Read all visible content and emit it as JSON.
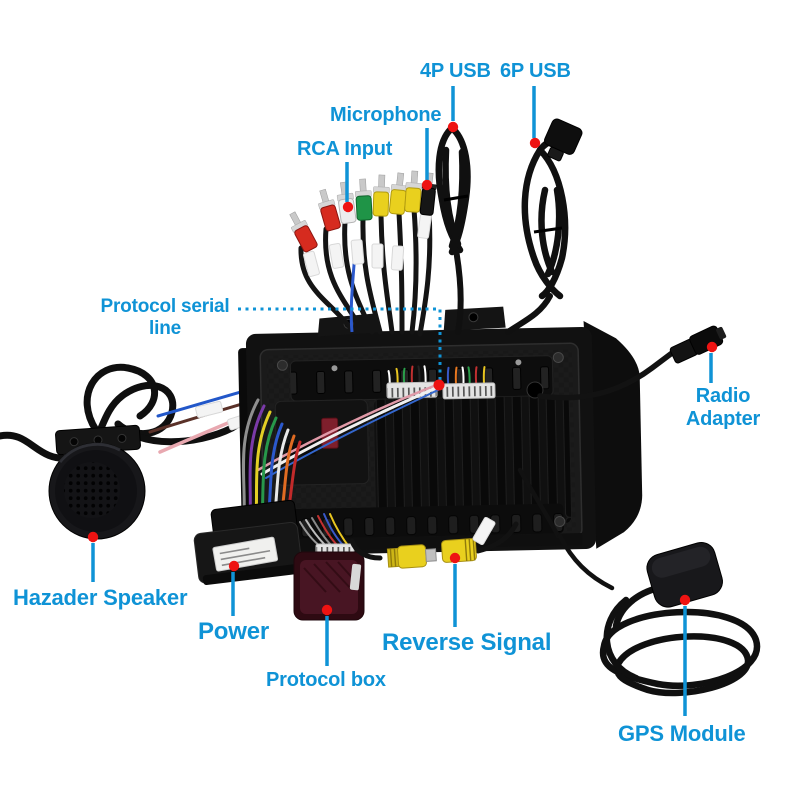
{
  "colors": {
    "accent_blue": "#0f93d6",
    "red_dot": "#ee1312",
    "rca_red": "#d62b1f",
    "rca_white": "#ededed",
    "rca_green": "#1f9447",
    "rca_yellow": "#e9d01e",
    "protocol_box": "#481523",
    "cable_black": "#111111"
  },
  "labels": {
    "usb_4p": "4P USB",
    "usb_6p": "6P USB",
    "microphone": "Microphone",
    "rca_input": "RCA Input",
    "protocol_serial": "Protocol serial\nline",
    "radio_adapter": "Radio\nAdapter",
    "hazader_speaker": "Hazader Speaker",
    "power": "Power",
    "protocol_box": "Protocol box",
    "reverse_signal": "Reverse Signal",
    "gps_module": "GPS Module"
  }
}
